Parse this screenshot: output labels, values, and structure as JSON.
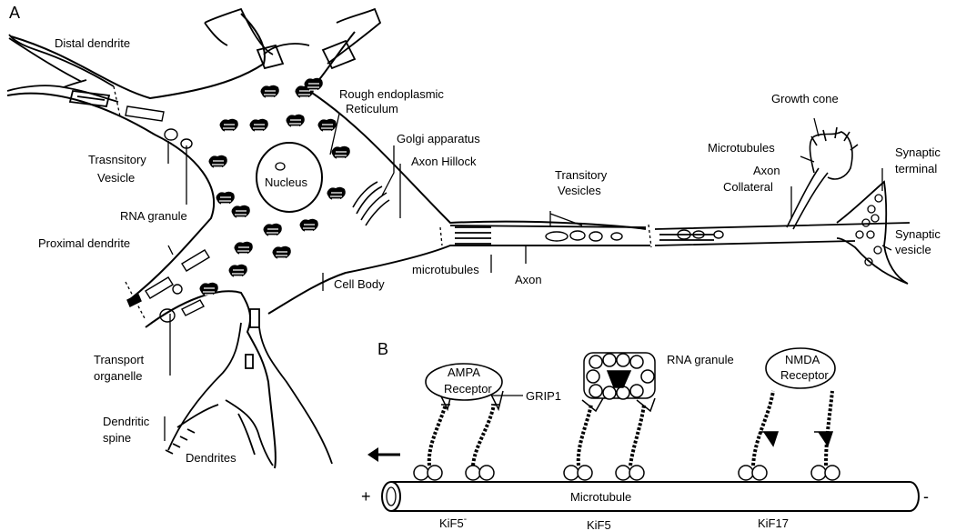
{
  "panel_a": {
    "letter": "A",
    "labels": {
      "distal_dendrite": "Distal dendrite",
      "rough_er_1": "Rough endoplasmic",
      "rough_er_2": "Reticulum",
      "golgi": "Golgi apparatus",
      "axon_hillock": "Axon Hillock",
      "nucleus": "Nucleus",
      "trasnsitory_1": "Trasnsitory",
      "trasnsitory_2": "Vesicle",
      "rna_granule": "RNA granule",
      "proximal_dendrite": "Proximal dendrite",
      "microtubules_axon": "microtubules",
      "cell_body": "Cell Body",
      "transitory_ves_1": "Transitory",
      "transitory_ves_2": "Vesicles",
      "axon": "Axon",
      "growth_cone": "Growth cone",
      "microtubules_gc": "Microtubules",
      "axon_collateral_1": "Axon",
      "axon_collateral_2": "Collateral",
      "synaptic_terminal_1": "Synaptic",
      "synaptic_terminal_2": "terminal",
      "synaptic_vesicle_1": "Synaptic",
      "synaptic_vesicle_2": "vesicle",
      "transport_org_1": "Transport",
      "transport_org_2": "organelle",
      "dendritic_spine_1": "Dendritic",
      "dendritic_spine_2": "spine",
      "dendrites": "Dendrites"
    }
  },
  "panel_b": {
    "letter": "B",
    "labels": {
      "ampa_1": "AMPA",
      "ampa_2": "Receptor",
      "grip1": "GRIP1",
      "rna_granule": "RNA granule",
      "nmda_1": "NMDA",
      "nmda_2": "Receptor",
      "microtubule": "Microtubule",
      "plus": "+",
      "minus": "-",
      "kif5_minus": "KiF5",
      "kif5_minus_sup": "-",
      "kif5": "KiF5",
      "kif17": "KiF17"
    }
  }
}
